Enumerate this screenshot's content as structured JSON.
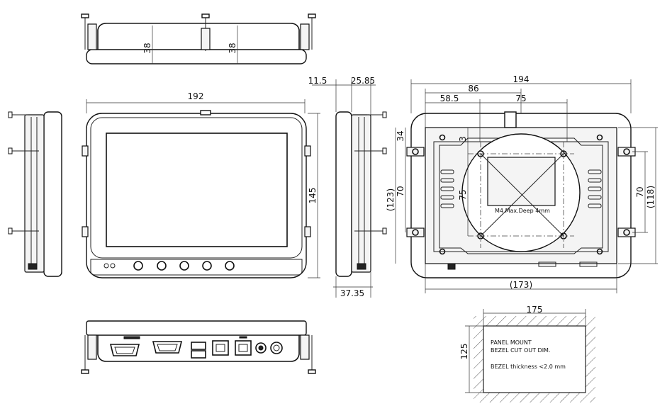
{
  "dims": {
    "top_h1": "38",
    "top_h2": "38",
    "front_w": "192",
    "front_h": "145",
    "side_t1": "11.5",
    "side_t2": "25.85",
    "side_depth": "37.35",
    "back_w": "194",
    "back_w2": "86",
    "back_w3": "58.5",
    "back_w4": "75",
    "back_h1": "34",
    "back_h2": "3",
    "back_h3": "70",
    "back_h4": "(123)",
    "back_h5": "75",
    "back_h6": "70",
    "back_h7": "(118)",
    "back_bottom": "(173)",
    "cut_w": "175",
    "cut_h": "125"
  },
  "notes": {
    "vesa": "M4 Max.Deep 4mm",
    "cut_line1": "PANEL MOUNT",
    "cut_line2": "BEZEL CUT OUT DIM.",
    "cut_line3": "BEZEL thickness <2.0 mm"
  }
}
